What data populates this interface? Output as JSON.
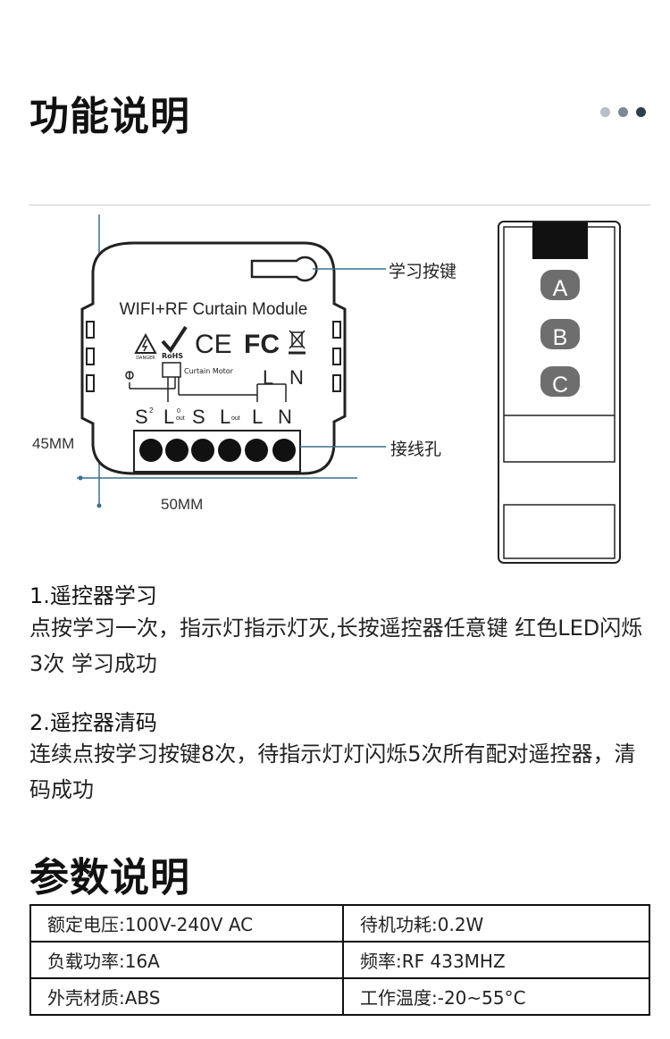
{
  "header": {
    "title": "功能说明",
    "dots": [
      "#b9bdc4",
      "#7e8794",
      "#2f3d4c"
    ]
  },
  "diagram": {
    "module_title": "WIFI+RF Curtain Module",
    "cert_danger": "DANGER",
    "cert_rohs": "RoHS",
    "cert_ce": "CE",
    "cert_fc": "FC",
    "inner_label": "Curtain Motor",
    "top_L": "L",
    "top_N": "N",
    "terminals": [
      {
        "main": "S",
        "sup": "2",
        "sub": ""
      },
      {
        "main": "L",
        "sup": "0",
        "sub": "out"
      },
      {
        "main": "S",
        "sup": "",
        "sub": ""
      },
      {
        "main": "L",
        "sup": "",
        "sub": "out"
      },
      {
        "main": "L",
        "sup": "",
        "sub": ""
      },
      {
        "main": "N",
        "sup": "",
        "sub": ""
      }
    ],
    "callout_learn": "学习按键",
    "callout_holes": "接线孔",
    "dim_height": "45MM",
    "dim_width": "50MM"
  },
  "remote": {
    "buttons": [
      "A",
      "B",
      "C"
    ]
  },
  "sections": [
    {
      "title": "1.遥控器学习",
      "body": "点按学习一次，指示灯指示灯灭,长按遥控器任意键 红色LED闪烁3次  学习成功"
    },
    {
      "title": "2.遥控器清码",
      "body": "连续点按学习按键8次，待指示灯灯闪烁5次所有配对遥控器，清码成功"
    }
  ],
  "params": {
    "title": "参数说明",
    "rows": [
      [
        "额定电压:100V-240V AC",
        "待机功耗:0.2W"
      ],
      [
        "负载功率:16A",
        "频率:RF 433MHZ"
      ],
      [
        "外壳材质:ABS",
        "工作温度:-20~55°C"
      ]
    ]
  }
}
